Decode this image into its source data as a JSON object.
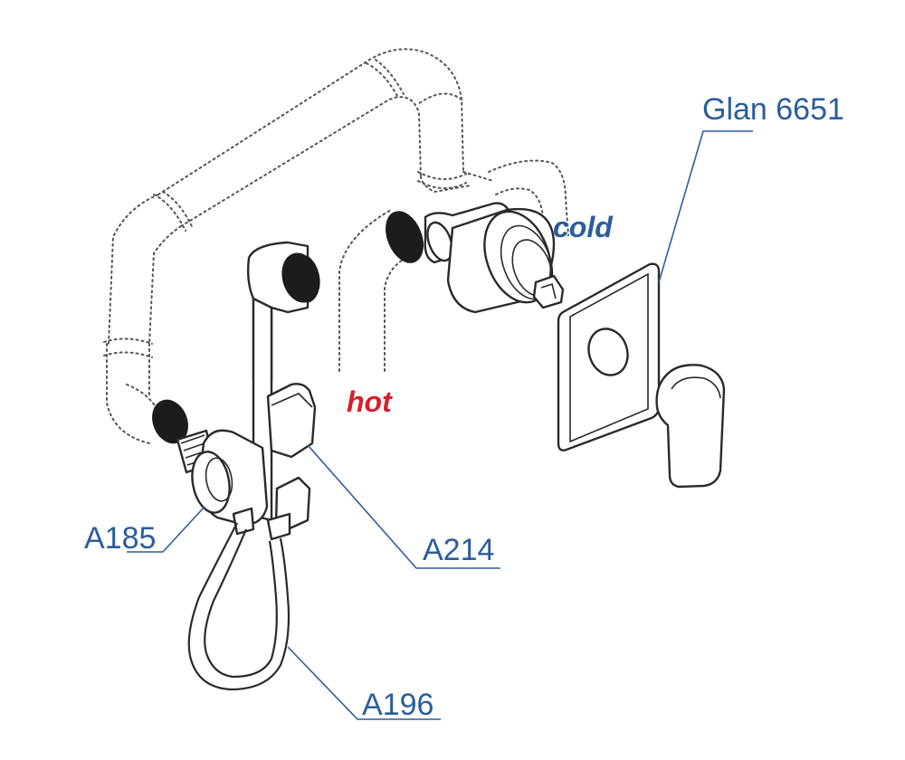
{
  "labels": {
    "panel_model": "Glan 6651",
    "cold": "cold",
    "hot": "hot",
    "valve": "A185",
    "holder": "A214",
    "hose": "A196"
  },
  "colors": {
    "label_blue": "#2b5d9c",
    "cold_blue": "#2b5d9c",
    "hot_red": "#d4202a",
    "pipe_end": "#1c1c1c"
  },
  "icons": [
    "faucet-outlet-icon"
  ]
}
